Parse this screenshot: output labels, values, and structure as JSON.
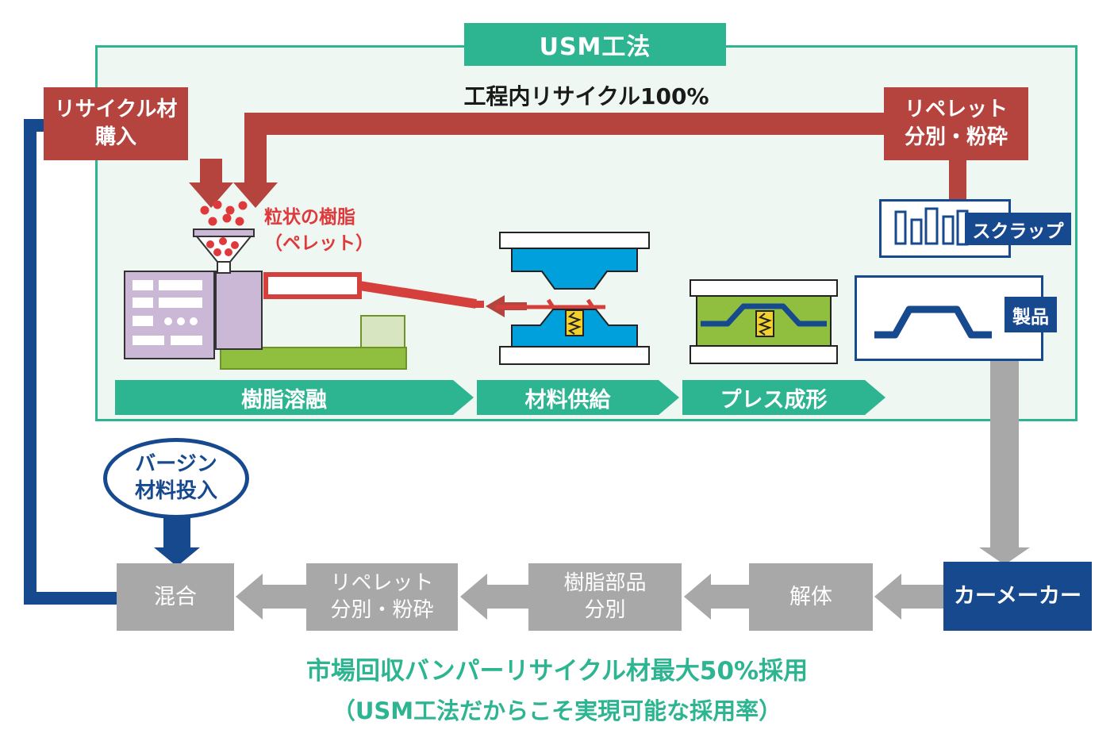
{
  "header": {
    "title": "USM工法"
  },
  "process": {
    "subtitle": "工程内リサイクル100%",
    "recycle_purchase": {
      "line1": "リサイクル材",
      "line2": "購入"
    },
    "repellet": {
      "line1": "リペレット",
      "line2": "分別・粉砕"
    },
    "pellet_note": {
      "line1": "粒状の樹脂",
      "line2": "（ペレット）"
    },
    "scrap_label": "スクラップ",
    "product_label": "製品",
    "stages": [
      {
        "label": "樹脂溶融"
      },
      {
        "label": "材料供給"
      },
      {
        "label": "プレス成形"
      }
    ]
  },
  "virgin": {
    "line1": "バージン",
    "line2": "材料投入"
  },
  "flow": [
    {
      "label": "混合"
    },
    {
      "label": "リペレット",
      "label2": "分別・粉砕"
    },
    {
      "label": "樹脂部品",
      "label2": "分別"
    },
    {
      "label": "解体"
    },
    {
      "label": "カーメーカー"
    }
  ],
  "footer": {
    "line1": "市場回収バンパーリサイクル材最大50%採用",
    "line2": "（USM工法だからこそ実現可能な採用率）"
  },
  "colors": {
    "teal": "#2db491",
    "light_bg": "#eef7f1",
    "red": "#b5443f",
    "bright_red": "#e0393c",
    "blue": "#17498f",
    "gray": "#a8a8a9",
    "press_blue": "#00a0dc",
    "machine_green": "#90be3e",
    "machine_purple": "#cbb8d6",
    "yellow": "#f2d02e",
    "text_dark": "#1a1a1a"
  }
}
